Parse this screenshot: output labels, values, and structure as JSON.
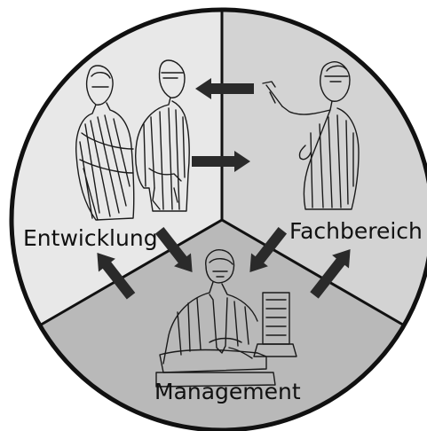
{
  "labels": {
    "left": "Entwicklung",
    "right": "Fachbereich",
    "bottom": "Management"
  },
  "colors": {
    "left_sector": "#e8e8e8",
    "right_sector": "#d3d3d3",
    "bottom_sector": "#b9b9b9",
    "outline": "#111111",
    "arrow": "#2a2a2a"
  },
  "figures": {
    "left": "two-standing-people-sketch",
    "right": "presenter-with-pointer-sketch",
    "bottom": "seated-manager-at-computer-sketch"
  },
  "arrows": [
    "right-to-left-top",
    "left-to-right-middle",
    "left-to-bottom",
    "right-to-bottom",
    "bottom-to-left",
    "bottom-to-right"
  ]
}
